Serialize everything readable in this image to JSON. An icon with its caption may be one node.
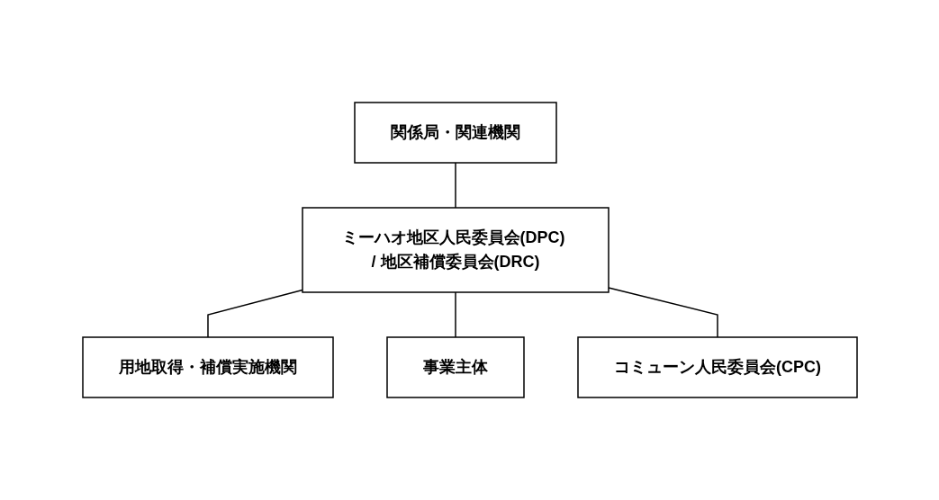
{
  "diagram": {
    "nodes": [
      {
        "text": [
          "関係局・関連機関"
        ]
      },
      {
        "text": [
          "ミーハオ地区人民委員会(DPC) / 地区補償委員会(DRC)"
        ]
      },
      {
        "text": [
          "用地取得・補償実施機関"
        ]
      },
      {
        "text": [
          "事業主体"
        ]
      },
      {
        "text": [
          "コミューン人民委員会(CPC)"
        ]
      }
    ],
    "edges": [
      {
        "from": 0,
        "to": 1,
        "arrow": "none"
      },
      {
        "from": 1,
        "to": 2,
        "arrow": "none"
      },
      {
        "from": 1,
        "to": 3,
        "arrow": "none"
      },
      {
        "from": 1,
        "to": 4,
        "arrow": "none"
      }
    ]
  }
}
